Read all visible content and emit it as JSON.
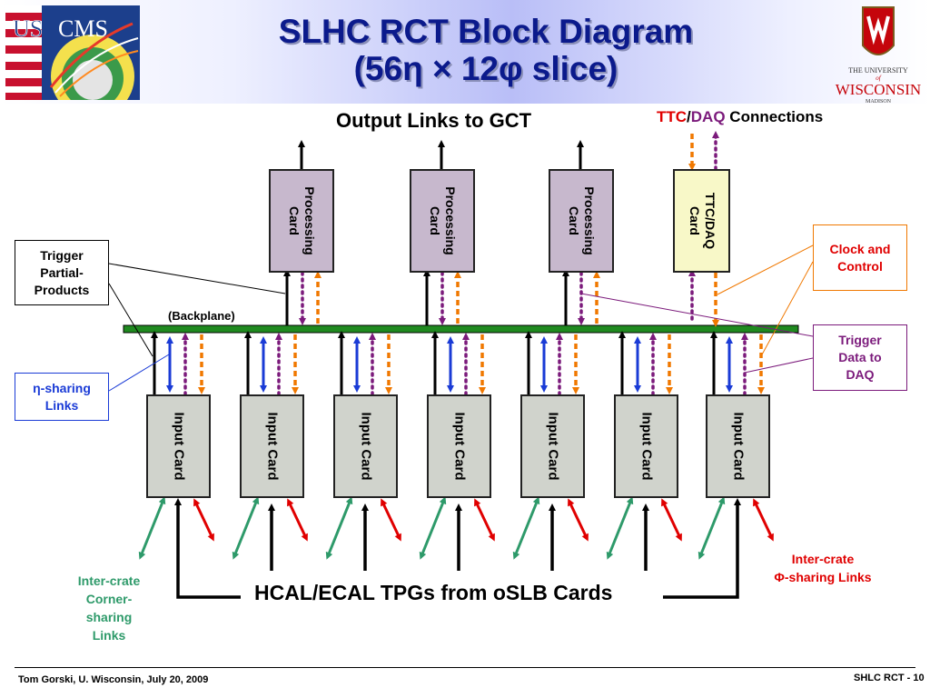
{
  "header": {
    "title_line1": "SLHC RCT Block Diagram",
    "title_line2": "(56η  × 12φ slice)"
  },
  "logos": {
    "left_text": "US CMS",
    "right_text": "THE UNIVERSITY of WISCONSIN MADISON"
  },
  "labels": {
    "output_links": "Output Links to GCT",
    "ttc": "TTC",
    "slash": "/",
    "daq": "DAQ",
    "connections": " Connections",
    "backplane": "(Backplane)",
    "hcal_ecal": "HCAL/ECAL TPGs from oSLB Cards",
    "inter_crate_phi_line1": "Inter-crate",
    "inter_crate_phi_line2": "Φ-sharing Links",
    "corner_line1": "Inter-crate",
    "corner_line2": "Corner-",
    "corner_line3": "sharing",
    "corner_line4": "Links"
  },
  "callouts": {
    "trigger_partial": [
      "Trigger",
      "Partial-",
      "Products"
    ],
    "eta_sharing": [
      "η-sharing",
      "Links"
    ],
    "clock_control": [
      "Clock and",
      "Control"
    ],
    "trigger_daq": [
      "Trigger",
      "Data to",
      "DAQ"
    ]
  },
  "processing_cards": [
    {
      "line1": "Processing",
      "line2": "Card"
    },
    {
      "line1": "Processing",
      "line2": "Card"
    },
    {
      "line1": "Processing",
      "line2": "Card"
    }
  ],
  "ttc_card": {
    "line1": "TTC/DAQ",
    "line2": "Card"
  },
  "input_cards": [
    "Input Card",
    "Input Card",
    "Input Card",
    "Input Card",
    "Input Card",
    "Input Card",
    "Input Card"
  ],
  "footer": {
    "left": "Tom Gorski, U. Wisconsin, July 20, 2009",
    "right_prefix": "SHLC RCT - ",
    "page": "10"
  },
  "colors": {
    "title": "#0b1a8c",
    "backplane": "#1f8a1f",
    "eta": "#1a3bd6",
    "clock": "#f07800",
    "daq": "#7b1a7b",
    "ttc": "#e00000",
    "corner": "#2e9a6a",
    "phi": "#e00000"
  }
}
